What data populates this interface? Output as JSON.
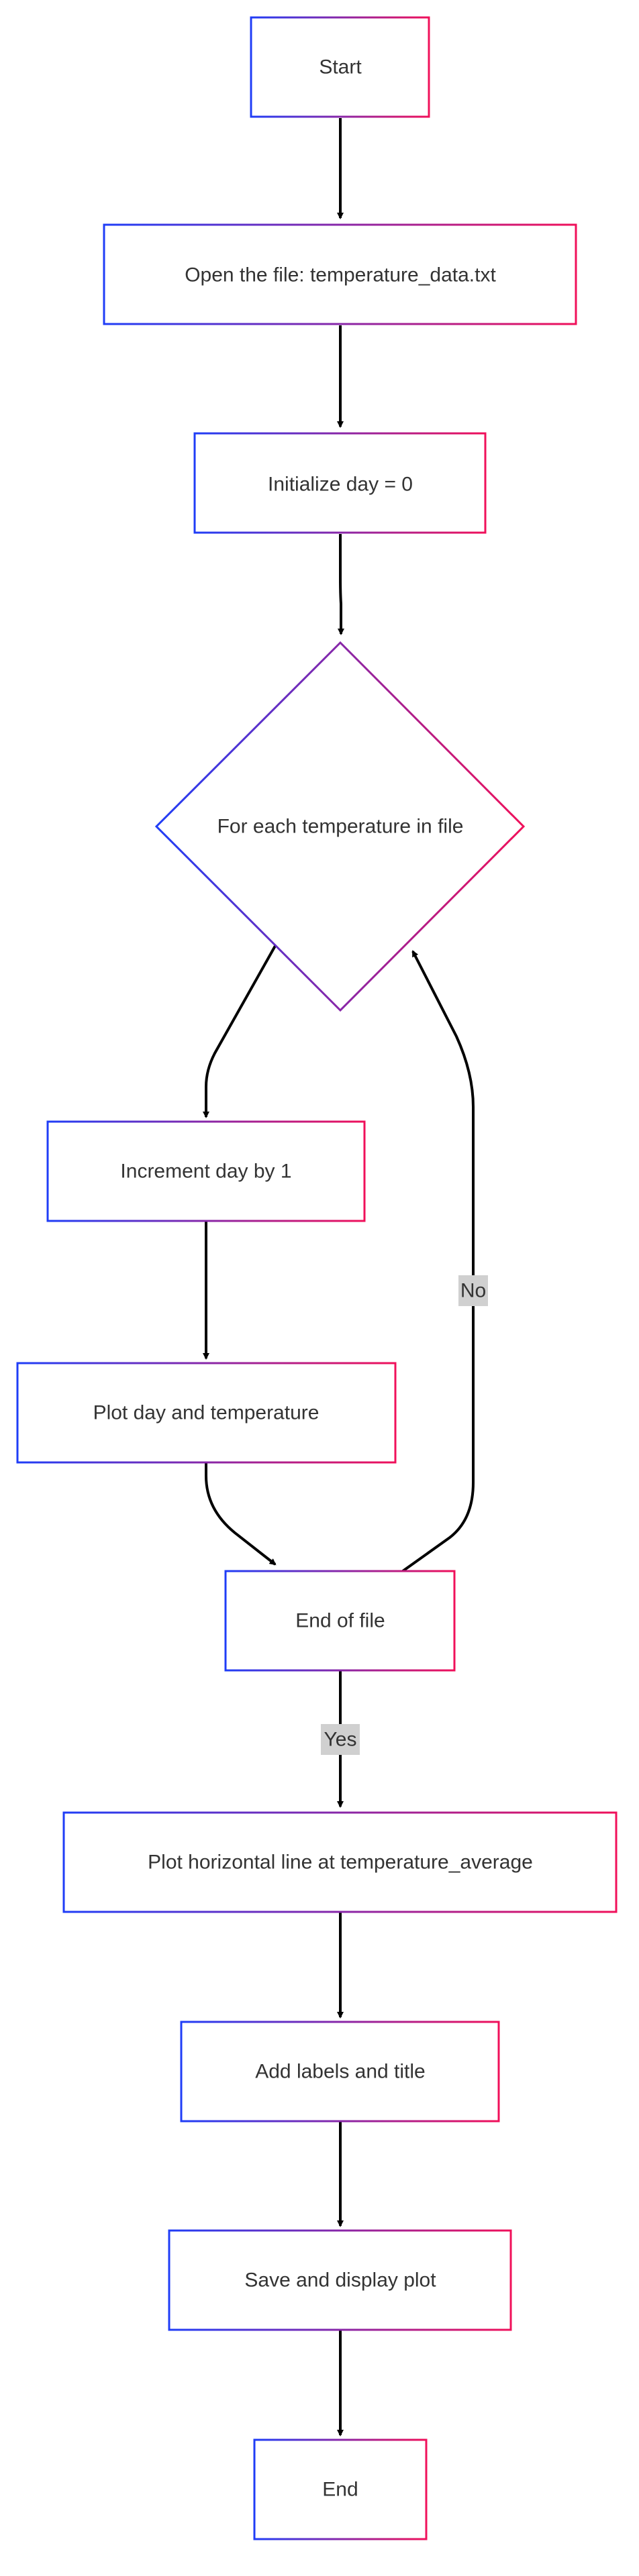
{
  "colors": {
    "node_stroke_start": "#1f3df7",
    "node_stroke_end": "#f0105a",
    "node_fill": "#ffffff",
    "edge_color": "#000000",
    "edge_label_bg": "#d0d0d0",
    "text_color": "#333333"
  },
  "nodes": {
    "start": "Start",
    "open_file": "Open the file: temperature_data.txt",
    "init_day": "Initialize day = 0",
    "for_each": "For each temperature in file",
    "increment": "Increment day by 1",
    "plot_point": "Plot day and temperature",
    "end_of_file": "End of file",
    "plot_avg": "Plot horizontal line at temperature_average",
    "add_labels": "Add labels and title",
    "save_display": "Save and display plot",
    "end": "End"
  },
  "edge_labels": {
    "no": "No",
    "yes": "Yes"
  }
}
